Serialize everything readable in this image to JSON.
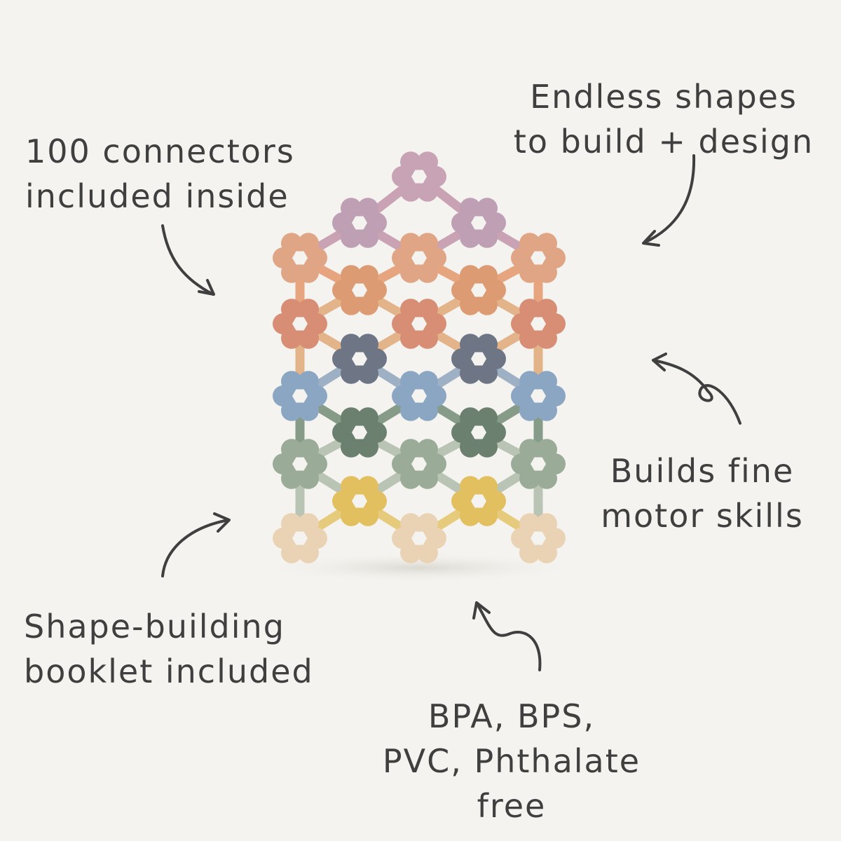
{
  "background": "#f4f3ef",
  "text_color": "#3f3f3f",
  "callouts": {
    "connectors": [
      "100 connectors",
      "included inside"
    ],
    "shapes": [
      "Endless shapes",
      "to build + design"
    ],
    "motor": [
      "Builds fine",
      "motor skills"
    ],
    "booklet": [
      "Shape-building",
      "booklet included"
    ],
    "free": [
      "BPA, BPS,",
      "PVC, Phthalate",
      "free"
    ]
  },
  "product": {
    "row_colors": [
      "#c8a3b5",
      "#bf9fb3",
      "#e0a585",
      "#dc9b72",
      "#d88e74",
      "#6e7585",
      "#8ba6c2",
      "#6b806e",
      "#9aab97",
      "#e2c060",
      "#ead3b4"
    ],
    "connector_colors": [
      "#c9a2b4",
      "#e7a57f",
      "#e3b48a",
      "#9eb0c4",
      "#879b89",
      "#b9c4b4",
      "#e7cb7d",
      "#efd8b4"
    ]
  }
}
